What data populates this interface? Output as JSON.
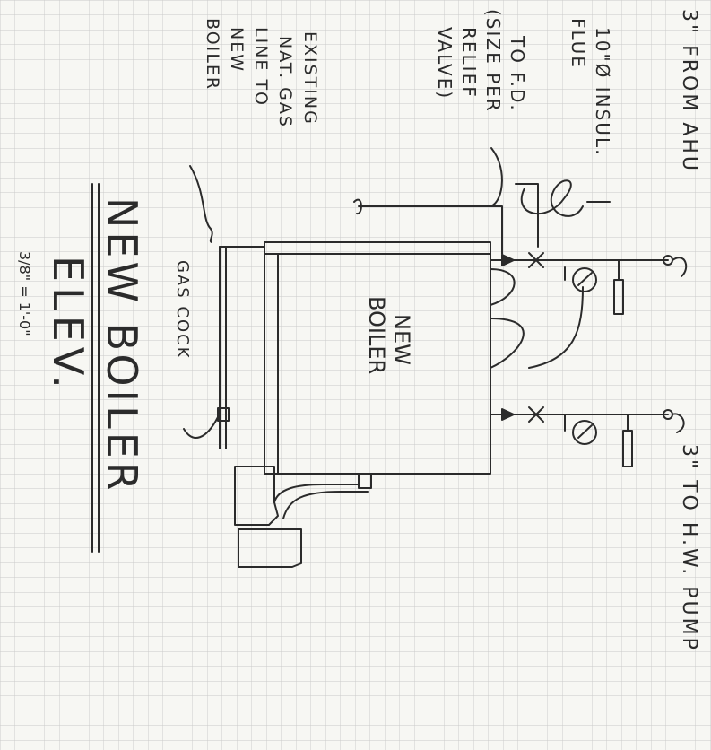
{
  "drawing": {
    "title": "NEW BOILER",
    "subtitle": "ELEV.",
    "scale": "3/8\" = 1'-0\"",
    "boiler_label_line1": "NEW",
    "boiler_label_line2": "BOILER",
    "notes": {
      "from_ahu": "3\" FROM AHU",
      "to_hw_pump": "3\" TO H.W. PUMP",
      "flue_line1": "10\"Ø INSUL.",
      "flue_line2": "FLUE",
      "relief_line1": "TO F.D.",
      "relief_line2": "(SIZE PER",
      "relief_line3": "RELIEF",
      "relief_line4": "VALVE)",
      "gas_line1": "EXISTING",
      "gas_line2": "NAT. GAS",
      "gas_line3": "LINE TO",
      "gas_line4": "NEW",
      "gas_line5": "BOILER",
      "gas_cock": "GAS COCK"
    }
  },
  "colors": {
    "paper": "#f7f7f3",
    "grid": "#c9c9c9",
    "ink": "#2b2b2b"
  }
}
